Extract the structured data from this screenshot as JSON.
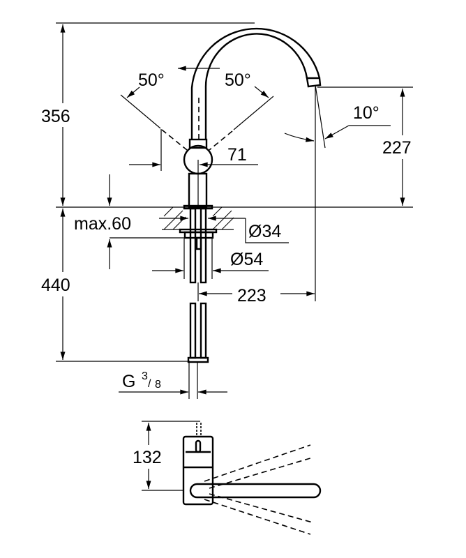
{
  "title": "Kitchen mixer dimension drawing",
  "dimensions": {
    "total_height": "356",
    "spout_height": "227",
    "angle_left": "50°",
    "angle_right": "50°",
    "spout_angle": "10°",
    "handle_offset": "71",
    "max_thickness": "max.60",
    "hole_diameter": "Ø34",
    "base_diameter": "Ø54",
    "spout_reach": "223",
    "hose_length": "440",
    "connection_g": "G",
    "connection_num": "3",
    "connection_den": "8",
    "plan_depth": "132"
  },
  "colors": {
    "line": "#000000",
    "background": "#ffffff"
  }
}
